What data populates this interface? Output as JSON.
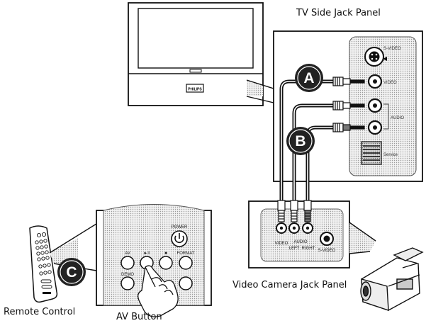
{
  "labels": {
    "tv_panel": "TV Side Jack Panel",
    "camera_panel": "Video Camera Jack Panel",
    "remote": "Remote Control",
    "av_button": "AV Button"
  },
  "callouts": {
    "a": "A",
    "b": "B",
    "c": "C"
  },
  "tv_jacks": {
    "svideo": "S-VIDEO",
    "video": "VIDEO",
    "audio": "AUDIO",
    "service": "Service"
  },
  "camera_jacks": {
    "video": "VIDEO",
    "audio": "AUDIO",
    "left": "LEFT",
    "right": "RIGHT",
    "svideo": "S-VIDEO"
  },
  "tv_front": {
    "brand": "PHILIPS"
  },
  "remote_panel": {
    "power": "POWER",
    "av": "AV",
    "play_pause": "►II",
    "stop": "■",
    "format": "FORMAT",
    "demo": "DEMO"
  },
  "colors": {
    "line": "#111111",
    "panel_fill": "#e9e9e9",
    "callout_fill": "#222222",
    "callout_text": "#ffffff"
  }
}
